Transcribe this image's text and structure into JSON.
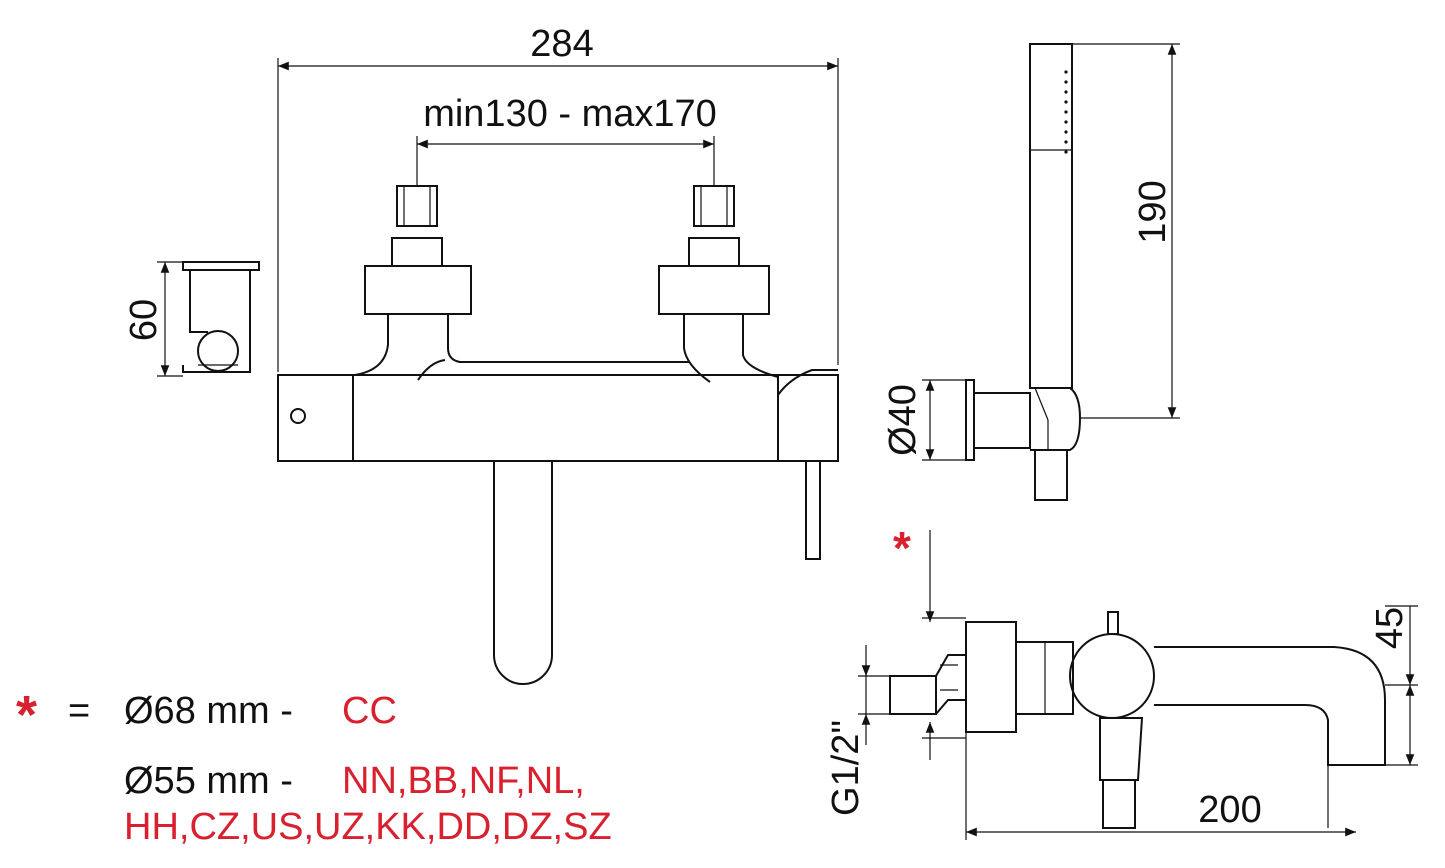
{
  "dimensions": {
    "overall_width": "284",
    "inlet_distance": "min130 - max170",
    "bracket_height": "60",
    "hand_shower_length": "190",
    "flange_diameter": "Ø40",
    "spout_height": "45",
    "spout_projection": "200",
    "thread_size": "G1/2\""
  },
  "note_marker": "*",
  "legend": {
    "marker": "*",
    "equals": "=",
    "line1_size": "Ø68 mm -",
    "line1_codes": "CC",
    "line2_size": "Ø55 mm -",
    "line2_codes": "NN,BB,NF,NL,",
    "line3_codes": "HH,CZ,US,UZ,KK,DD,DZ,SZ"
  },
  "colors": {
    "accent": "#d8202f",
    "ink": "#111111"
  }
}
